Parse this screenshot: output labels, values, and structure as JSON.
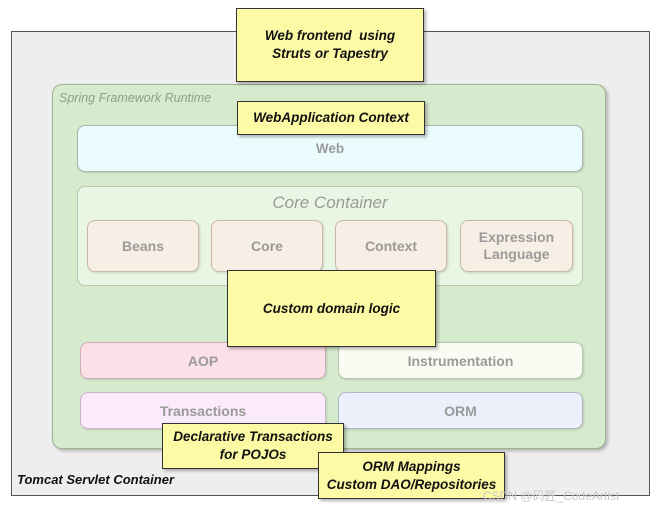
{
  "containers": {
    "tomcat_label": "Tomcat Servlet Container",
    "spring_label": "Spring Framework Runtime"
  },
  "modules": {
    "web": "Web",
    "core_container_title": "Core Container",
    "beans": "Beans",
    "core": "Core",
    "context": "Context",
    "expression_line1": "Expression",
    "expression_line2": "Language",
    "aop": "AOP",
    "instrumentation": "Instrumentation",
    "transactions": "Transactions",
    "orm": "ORM"
  },
  "notes": {
    "web_frontend_line1": "Web frontend  using",
    "web_frontend_line2": "Struts or Tapestry",
    "web_app_context": "WebApplication Context",
    "custom_domain_logic": "Custom domain logic",
    "declarative_line1": "Declarative Transactions",
    "declarative_line2": "for POJOs",
    "orm_line1": "ORM Mappings",
    "orm_line2": "Custom DAO/Repositories"
  },
  "watermark": "CSDN @码匠_CodeArtist",
  "colors": {
    "note_yellow": "#fcfaa4",
    "spring_green": "#d6ebcd",
    "web_cyan": "#eafcfd",
    "aop_pink": "#fce0e8",
    "orm_blue": "#ebf0fb"
  }
}
